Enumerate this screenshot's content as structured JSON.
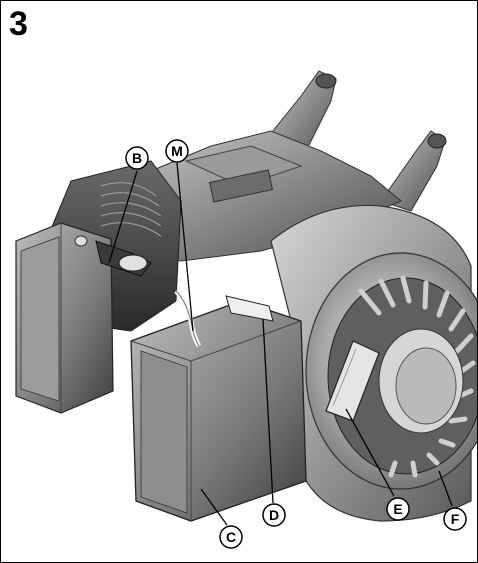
{
  "figure": {
    "number": "3"
  },
  "callouts": [
    {
      "id": "B",
      "label": "B"
    },
    {
      "id": "M",
      "label": "M"
    },
    {
      "id": "C",
      "label": "C"
    },
    {
      "id": "D",
      "label": "D"
    },
    {
      "id": "E",
      "label": "E"
    },
    {
      "id": "F",
      "label": "F"
    }
  ]
}
